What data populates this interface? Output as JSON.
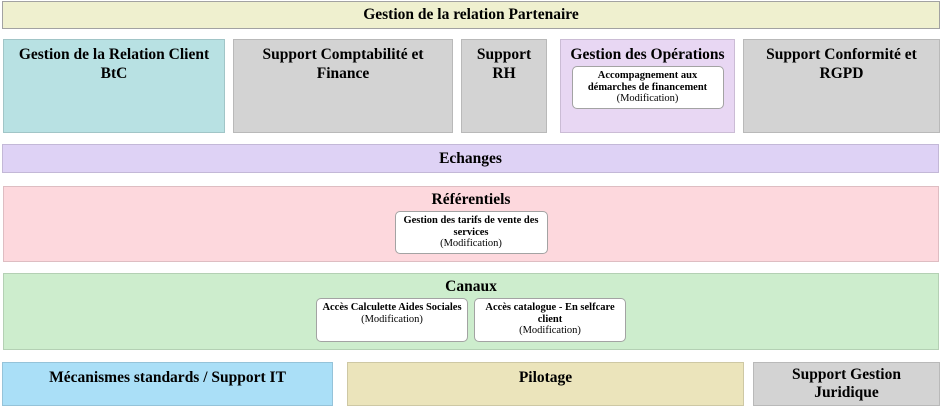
{
  "title": {
    "label": "Gestion de la relation Partenaire"
  },
  "domains_row": [
    {
      "id": "gestion-relation-client-btc",
      "label": "Gestion de la Relation Client BtC",
      "color": "#b8e1e3",
      "children": []
    },
    {
      "id": "support-comptabilite-finance",
      "label": "Support Comptabilité et Finance",
      "color": "#d3d3d3",
      "children": []
    },
    {
      "id": "support-rh",
      "label": "Support RH",
      "color": "#d3d3d3",
      "children": []
    },
    {
      "id": "gestion-des-operations",
      "label": "Gestion des Opérations",
      "color": "#e8d7f3",
      "children": [
        {
          "label": "Accompagnement aux démarches de financement",
          "tag": "(Modification)"
        }
      ]
    },
    {
      "id": "support-conformite-rgpd",
      "label": "Support Conformité et RGPD",
      "color": "#d3d3d3",
      "children": []
    }
  ],
  "bands": [
    {
      "id": "echanges",
      "label": "Echanges",
      "color": "#ded2f5",
      "children": []
    },
    {
      "id": "referentiels",
      "label": "Référentiels",
      "color": "#fdd8dd",
      "children": [
        {
          "label": "Gestion des tarifs de vente des services",
          "tag": "(Modification)"
        }
      ]
    },
    {
      "id": "canaux",
      "label": "Canaux",
      "color": "#cdedcd",
      "children": [
        {
          "label": "Accès Calculette Aides Sociales",
          "tag": "(Modification)"
        },
        {
          "label": "Accès catalogue - En selfcare client",
          "tag": "(Modification)"
        }
      ]
    }
  ],
  "bottom_row": [
    {
      "id": "mecanismes-standards-support-it",
      "label": "Mécanismes standards / Support IT",
      "color": "#aadff7"
    },
    {
      "id": "pilotage",
      "label": "Pilotage",
      "color": "#ebe4bb"
    },
    {
      "id": "support-gestion-juridique",
      "label": "Support Gestion Juridique",
      "color": "#d3d3d3"
    }
  ],
  "colors": {
    "page_background": "#ffffff",
    "title_bar_background": "#eff0cf",
    "title_bar_border": "#a2a2a2",
    "card_background": "#ffffff",
    "card_border": "#a3a3a3",
    "text": "#000000"
  }
}
